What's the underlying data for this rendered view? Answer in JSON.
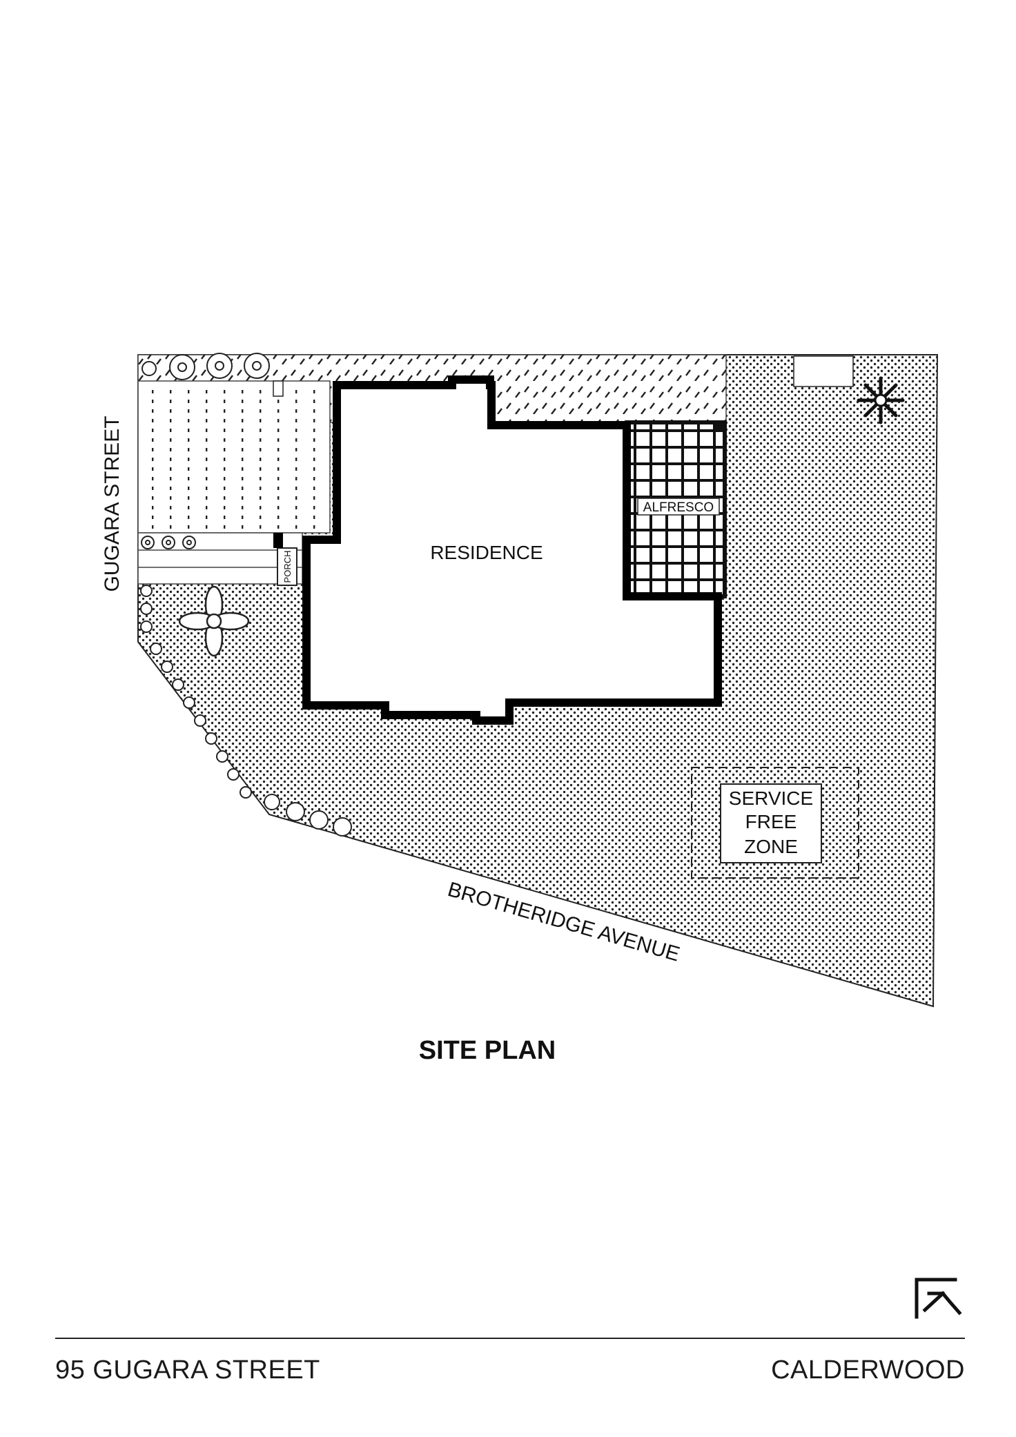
{
  "plan": {
    "title": "SITE PLAN",
    "streets": {
      "west": "GUGARA STREET",
      "south": "BROTHERIDGE AVENUE"
    },
    "rooms": {
      "residence": "RESIDENCE",
      "alfresco": "ALFRESCO",
      "porch": "PORCH"
    },
    "service_zone": [
      "SERVICE",
      "FREE",
      "ZONE"
    ]
  },
  "footer": {
    "address": "95 GUGARA STREET",
    "suburb": "CALDERWOOD"
  },
  "icons": {
    "logo": "brand-logo-icon"
  }
}
